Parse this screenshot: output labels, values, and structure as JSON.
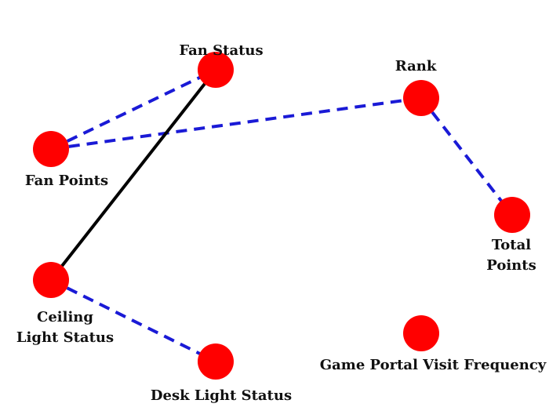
{
  "colors": {
    "node_fill": "#ff0000",
    "dashed_edge": "#1a1ad6",
    "solid_edge": "#000000",
    "label": "#111111"
  },
  "nodes": [
    {
      "id": "fan_status",
      "label_lines": [
        "Fan Status"
      ]
    },
    {
      "id": "rank",
      "label_lines": [
        "Rank"
      ]
    },
    {
      "id": "fan_points",
      "label_lines": [
        "Fan Points"
      ]
    },
    {
      "id": "total_points",
      "label_lines": [
        "Total",
        "Points"
      ]
    },
    {
      "id": "ceiling_light_status",
      "label_lines": [
        "Ceiling",
        "Light Status"
      ]
    },
    {
      "id": "desk_light_status",
      "label_lines": [
        "Desk Light Status"
      ]
    },
    {
      "id": "game_portal_visit_frequency",
      "label_lines": [
        "Game Portal Visit Frequency"
      ]
    }
  ],
  "edges": [
    {
      "from": "fan_points",
      "to": "fan_status",
      "style": "dashed"
    },
    {
      "from": "fan_points",
      "to": "rank",
      "style": "dashed"
    },
    {
      "from": "rank",
      "to": "total_points",
      "style": "dashed"
    },
    {
      "from": "ceiling_light_status",
      "to": "fan_status",
      "style": "solid"
    },
    {
      "from": "ceiling_light_status",
      "to": "desk_light_status",
      "style": "dashed"
    }
  ]
}
